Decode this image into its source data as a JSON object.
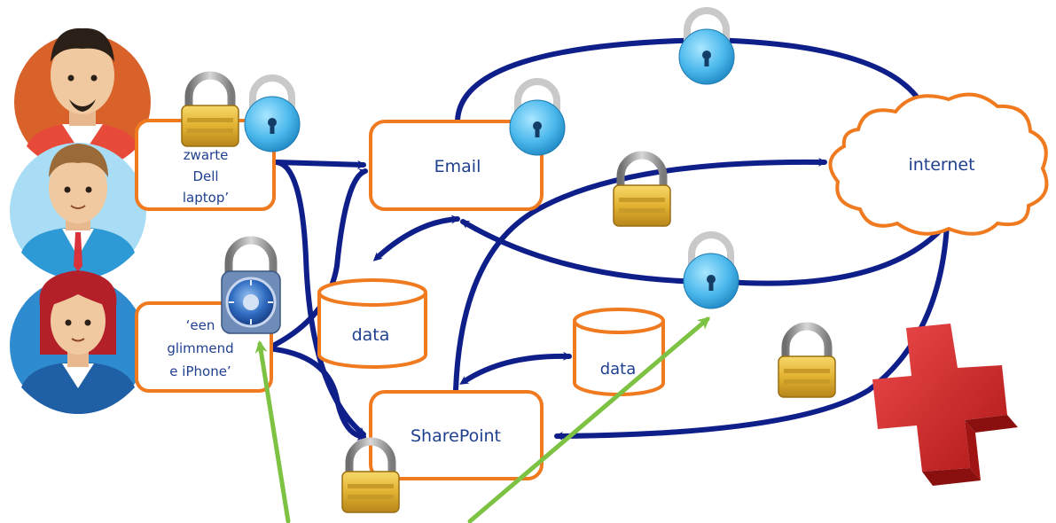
{
  "devices": {
    "laptop": [
      "zwarte",
      "Dell",
      "laptop’"
    ],
    "iphone": [
      "‘een",
      "glimmend",
      "e iPhone’"
    ]
  },
  "nodes": {
    "email": "Email",
    "sharepoint": "SharePoint",
    "internet": "internet",
    "data_top": "data",
    "data_bottom": "data"
  },
  "colors": {
    "box_border": "#f07a1f",
    "arrow": "#0f1f8a",
    "pointer": "#7dc242",
    "cross": "#d42a2a"
  },
  "icons": {
    "person_1": "man-beard-avatar-icon",
    "person_2": "man-avatar-icon",
    "person_3": "woman-avatar-icon",
    "padlock_gold": "gold-padlock-icon",
    "padlock_blue": "blue-padlock-icon",
    "padlock_combo": "combination-lock-icon",
    "cross": "red-cross-icon"
  }
}
